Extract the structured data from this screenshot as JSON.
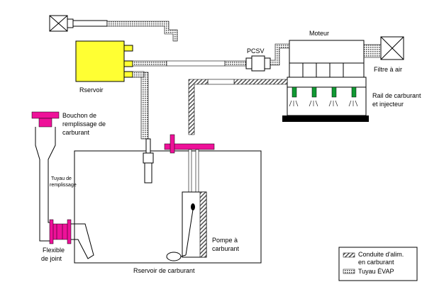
{
  "labels": {
    "moteur": "Moteur",
    "pcsv": "PCSV",
    "filtre": "Filtre à air",
    "reservoir_canister": "Rservoir",
    "rail_l1": "Rail de carburant",
    "rail_l2": "et injecteur",
    "bouchon_l1": "Bouchon de",
    "bouchon_l2": "remplissage de",
    "bouchon_l3": "carburant",
    "tuyau_l1": "Tuyau de",
    "tuyau_l2": "remplissage",
    "flexible_l1": "Flexible",
    "flexible_l2": "de joint",
    "pompe_l1": "Pompe à",
    "pompe_l2": "carburant",
    "reservoir_carburant": "Rservoir de carburant"
  },
  "legend": {
    "fuel_line_l1": "Conduite d'alim.",
    "fuel_line_l2": "en carburant",
    "evap_line": "Tuyau ÉVAP"
  },
  "colors": {
    "canister": "#ffff33",
    "filler": "#ee1199",
    "injector": "#119933",
    "line": "#000000"
  }
}
